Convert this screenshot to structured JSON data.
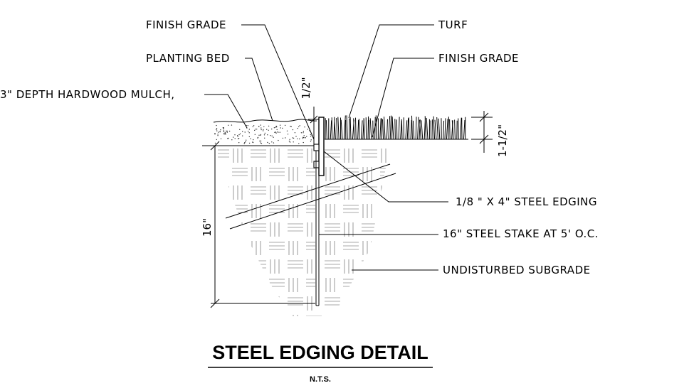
{
  "labels": {
    "finish_grade_left": "FINISH GRADE",
    "planting_bed": "PLANTING BED",
    "mulch": "3\" DEPTH HARDWOOD MULCH,",
    "turf": "TURF",
    "finish_grade_right": "FINISH GRADE",
    "steel_edging": "1/8 \" X 4\" STEEL EDGING",
    "steel_stake": "16\" STEEL STAKE AT 5' O.C.",
    "subgrade": "UNDISTURBED SUBGRADE"
  },
  "dimensions": {
    "top_offset": "1/2\"",
    "turf_offset": "1-1/2\"",
    "stake_depth": "16\""
  },
  "title": {
    "main": "STEEL EDGING DETAIL",
    "scale": "N.T.S."
  }
}
